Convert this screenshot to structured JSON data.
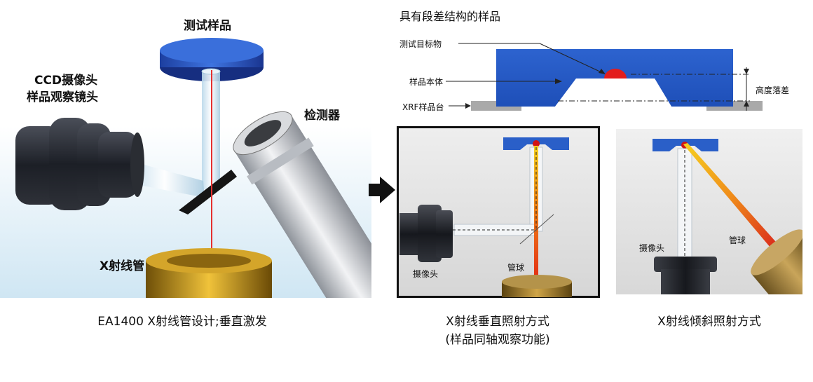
{
  "left_panel": {
    "label_sample": "测试样品",
    "label_ccd_line1": "CCD摄像头",
    "label_ccd_line2": "样品观察镜头",
    "label_detector": "检测器",
    "label_xray_tube": "X射线管",
    "caption": "EA1400 X射线管设计;垂直激发"
  },
  "right_panel": {
    "title": "具有段差结构的样品",
    "label_target": "测试目标物",
    "label_sample_body": "样品本体",
    "label_stage": "XRF样品台",
    "label_height": "高度落差"
  },
  "vertical_panel": {
    "label_camera": "摄像头",
    "label_tube": "管球",
    "caption_line1": "X射线垂直照射方式",
    "caption_line2": "(样品同轴观察功能)"
  },
  "oblique_panel": {
    "label_camera": "摄像头",
    "label_tube": "管球",
    "caption": "X射线倾斜照射方式"
  },
  "colors": {
    "sample_blue": "#2a5fc8",
    "beam_red": "#e02020",
    "tube_gold": "#b88a1a"
  }
}
